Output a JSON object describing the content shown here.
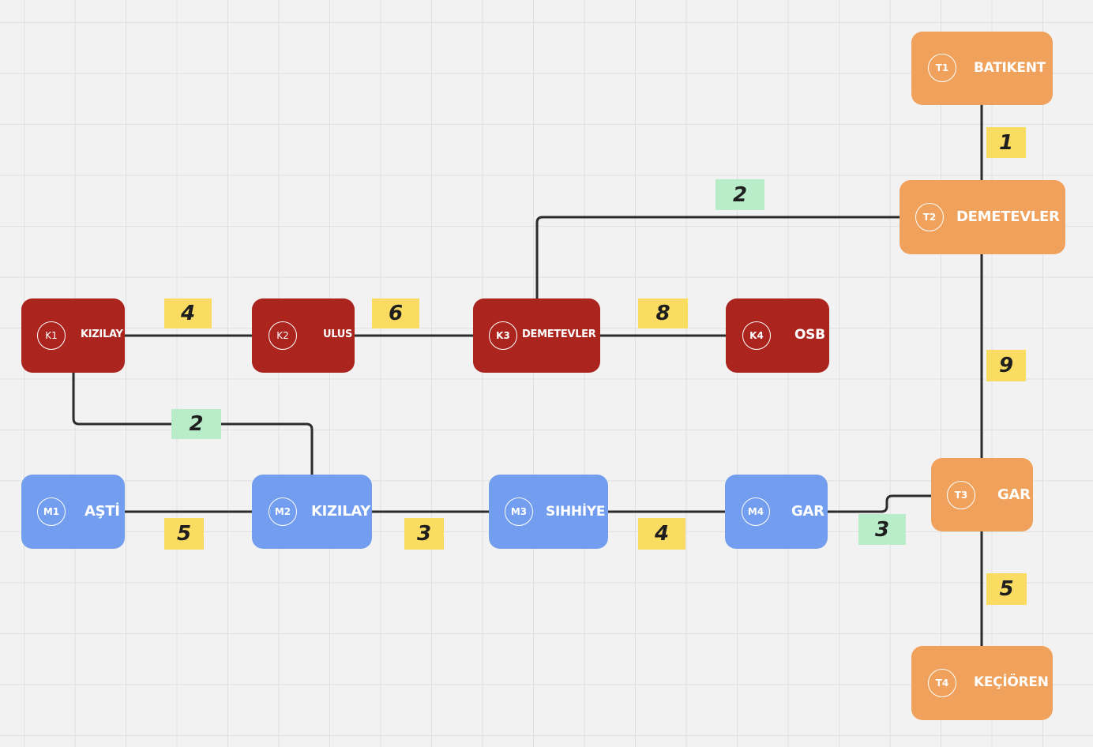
{
  "colors": {
    "kizilay_line": "#ab241d",
    "metro_line": "#739def",
    "tram_line": "#f0a25c",
    "weight_sticky": "#fadc62",
    "transfer_sticky": "#b9ecc8",
    "connector": "#2b2b2b",
    "canvas": "#f2f2f2"
  },
  "stations": {
    "k1": {
      "code": "K1",
      "name": "KIZILAY"
    },
    "k2": {
      "code": "K2",
      "name": "ULUS"
    },
    "k3": {
      "code": "K3",
      "name": "DEMETEVLER"
    },
    "k4": {
      "code": "K4",
      "name": "OSB"
    },
    "m1": {
      "code": "M1",
      "name": "AŞTİ"
    },
    "m2": {
      "code": "M2",
      "name": "KIZILAY"
    },
    "m3": {
      "code": "M3",
      "name": "SIHHİYE"
    },
    "m4": {
      "code": "M4",
      "name": "GAR"
    },
    "t1": {
      "code": "T1",
      "name": "BATIKENT"
    },
    "t2": {
      "code": "T2",
      "name": "DEMETEVLER"
    },
    "t3": {
      "code": "T3",
      "name": "GAR"
    },
    "t4": {
      "code": "T4",
      "name": "KEÇİÖREN"
    }
  },
  "weights": {
    "k1_k2": "4",
    "k2_k3": "6",
    "k3_k4": "8",
    "k1_m2": "2",
    "k3_t2": "2",
    "m1_m2": "5",
    "m2_m3": "3",
    "m3_m4": "4",
    "m4_t3": "3",
    "t1_t2": "1",
    "t2_t3": "9",
    "t3_t4": "5"
  }
}
